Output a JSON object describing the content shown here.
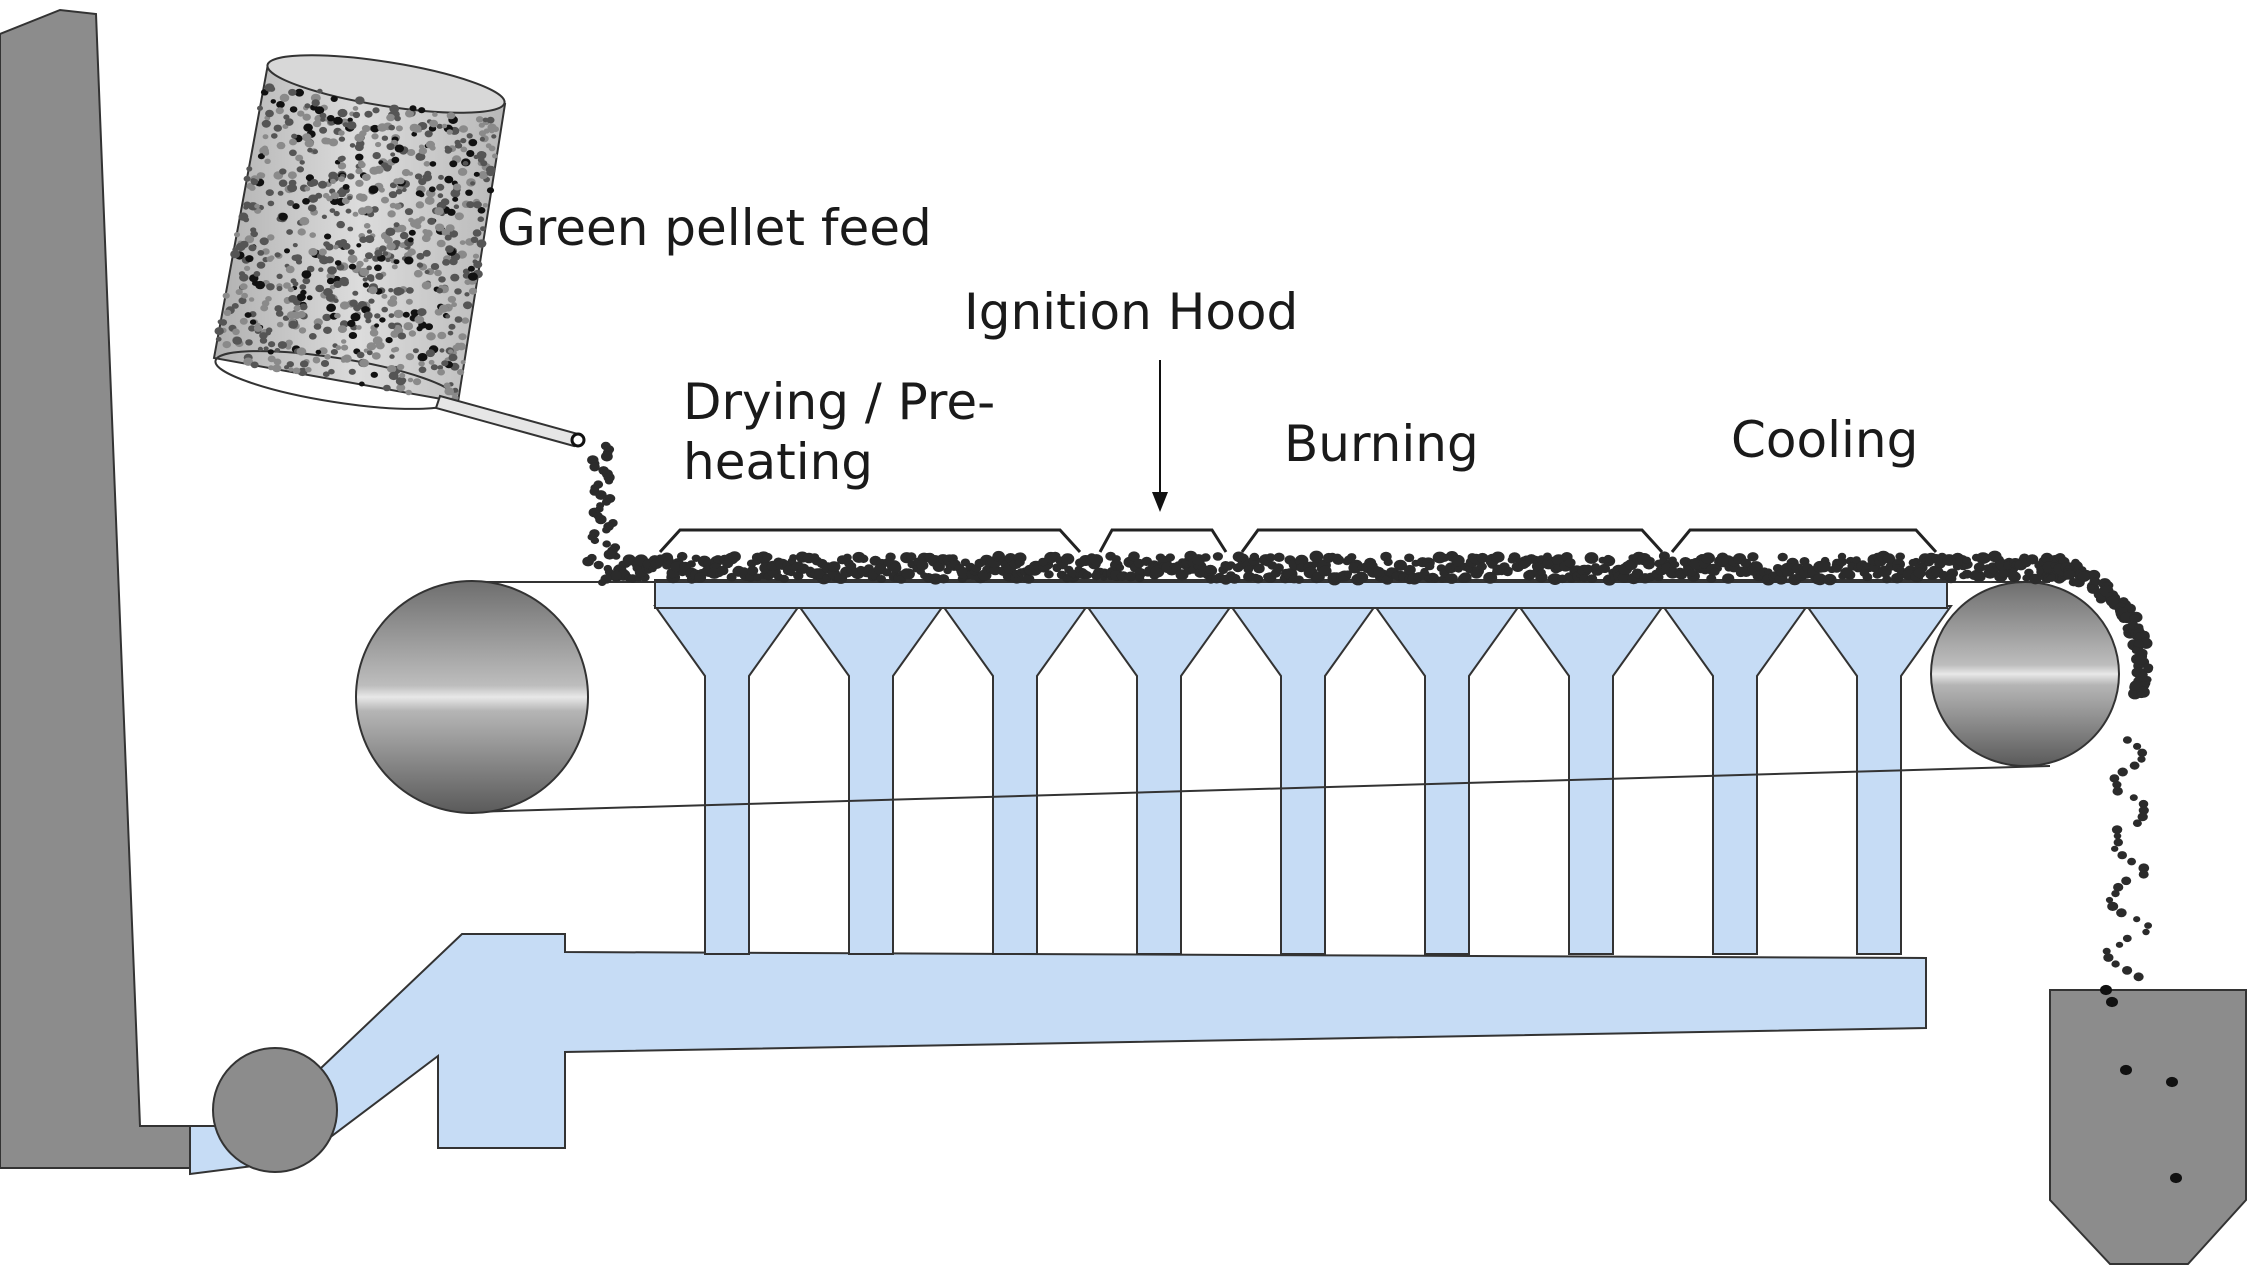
{
  "labels": {
    "green_pellet_feed": "Green pellet feed",
    "drying_preheating": "Drying / Pre-\nheating",
    "ignition_hood": "Ignition Hood",
    "burning": "Burning",
    "cooling": "Cooling"
  },
  "colors": {
    "windbox_blue": "#c6dcf5",
    "stack_gray": "#8c8c8c",
    "outline": "#222222",
    "pellet": "#2b2b2b"
  }
}
